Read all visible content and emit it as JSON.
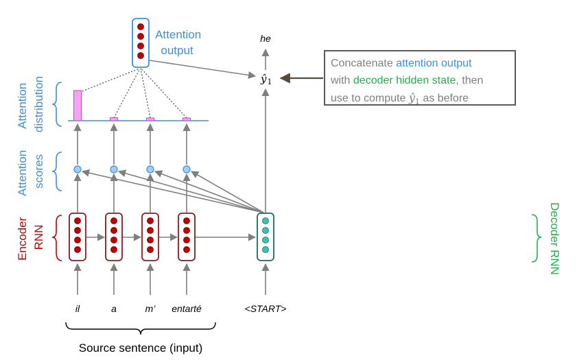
{
  "labels": {
    "attention_output": [
      "Attention",
      "output"
    ],
    "attention_distribution": [
      "Attention",
      "distribution"
    ],
    "attention_scores": [
      "Attention",
      "scores"
    ],
    "encoder_rnn": [
      "Encoder",
      "RNN"
    ],
    "decoder_rnn": "Decoder RNN",
    "source_sentence": "Source sentence (input)"
  },
  "output_word": "he",
  "yhat": {
    "symbol": "ŷ",
    "subscript": "1"
  },
  "source_words": [
    "il",
    "a",
    "m’",
    "entarté"
  ],
  "decoder_input": "<START>",
  "callout": {
    "part1": "Concatenate ",
    "part2": "attention output",
    "part3": "with ",
    "part4": "decoder hidden state",
    "part5": ", then",
    "part6": "use to compute ",
    "part7": " as before"
  },
  "attention_distribution_values": [
    0.8,
    0.08,
    0.06,
    0.06
  ],
  "colors": {
    "encoder": "#c00000",
    "encoder_dot": "#c00000",
    "decoder": "#1e6b5c",
    "decoder_dot": "#3dc1b0",
    "attention_text": "#3b8ee0",
    "score_dot": "#a9ccf2",
    "bar_fill": "#f5a3f5",
    "bar_stroke": "#c050c0",
    "decoder_label": "#22b04b",
    "arrow": "#7f7f7f"
  }
}
